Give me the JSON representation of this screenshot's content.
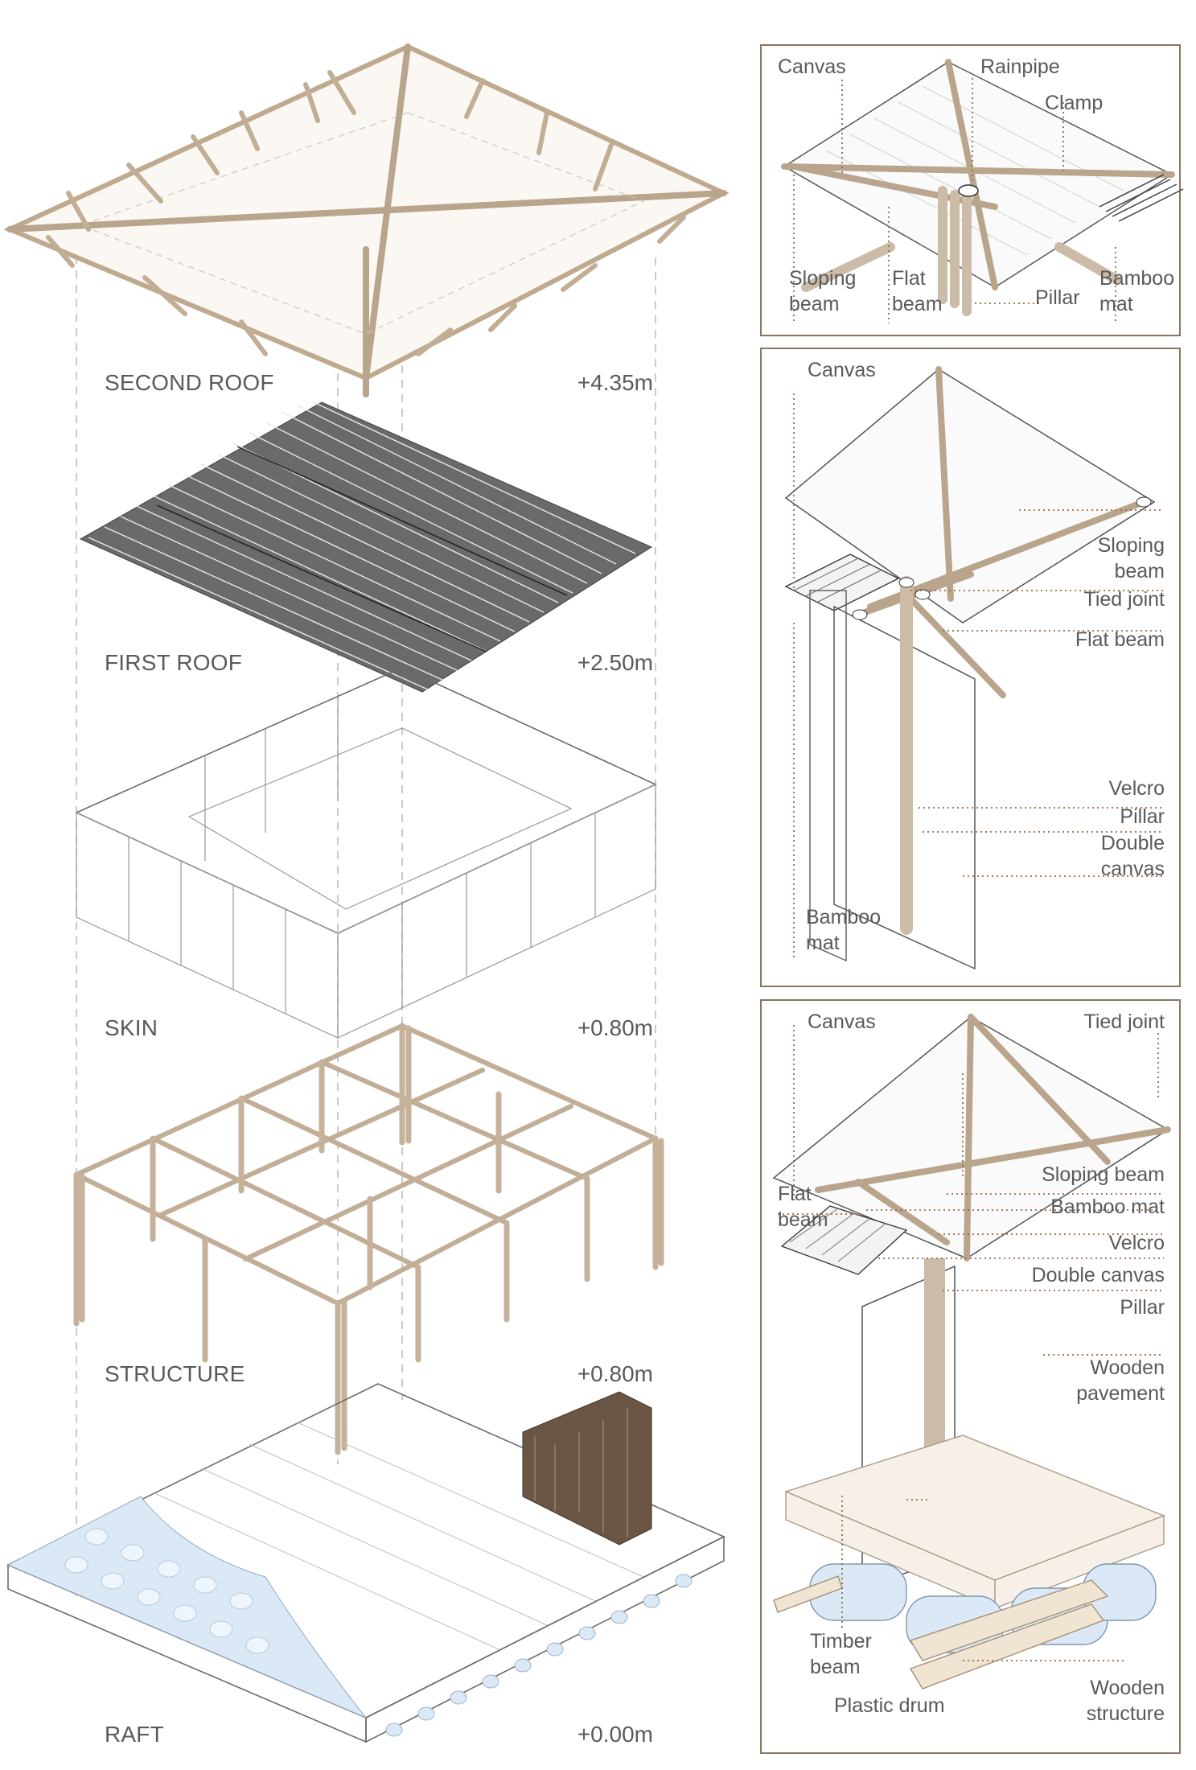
{
  "layers": [
    {
      "name": "SECOND ROOF",
      "elevation": "+4.35m"
    },
    {
      "name": "FIRST ROOF",
      "elevation": "+2.50m"
    },
    {
      "name": "SKIN",
      "elevation": "+0.80m"
    },
    {
      "name": "STRUCTURE",
      "elevation": "+0.80m"
    },
    {
      "name": "RAFT",
      "elevation": "+0.00m"
    }
  ],
  "detail_1": {
    "canvas": "Canvas",
    "rainpipe": "Rainpipe",
    "clamp": "Clamp",
    "sloping_beam": "Sloping\nbeam",
    "flat_beam": "Flat\nbeam",
    "pillar": "Pillar",
    "bamboo_mat": "Bamboo\nmat"
  },
  "detail_2": {
    "canvas": "Canvas",
    "sloping_beam": "Sloping\nbeam",
    "tied_joint": "Tied joint",
    "flat_beam": "Flat beam",
    "velcro": "Velcro",
    "pillar": "Pillar",
    "double_canvas": "Double\ncanvas",
    "bamboo_mat": "Bamboo\nmat"
  },
  "detail_3": {
    "canvas": "Canvas",
    "tied_joint": "Tied joint",
    "sloping_beam": "Sloping beam",
    "bamboo_mat": "Bamboo mat",
    "flat_beam": "Flat\nbeam",
    "velcro": "Velcro",
    "double_canvas": "Double canvas",
    "pillar": "Pillar",
    "wooden_pavement": "Wooden\npavement",
    "timber_beam": "Timber\nbeam",
    "plastic_drum": "Plastic drum",
    "wooden_structure": "Wooden\nstructure"
  },
  "colors": {
    "bamboo": "#c9b8a3",
    "frame_border": "#8a7560",
    "leader": "#9a6a4a",
    "drum_blue": "#dbe9f7",
    "toilet_wood": "#6b5646"
  }
}
